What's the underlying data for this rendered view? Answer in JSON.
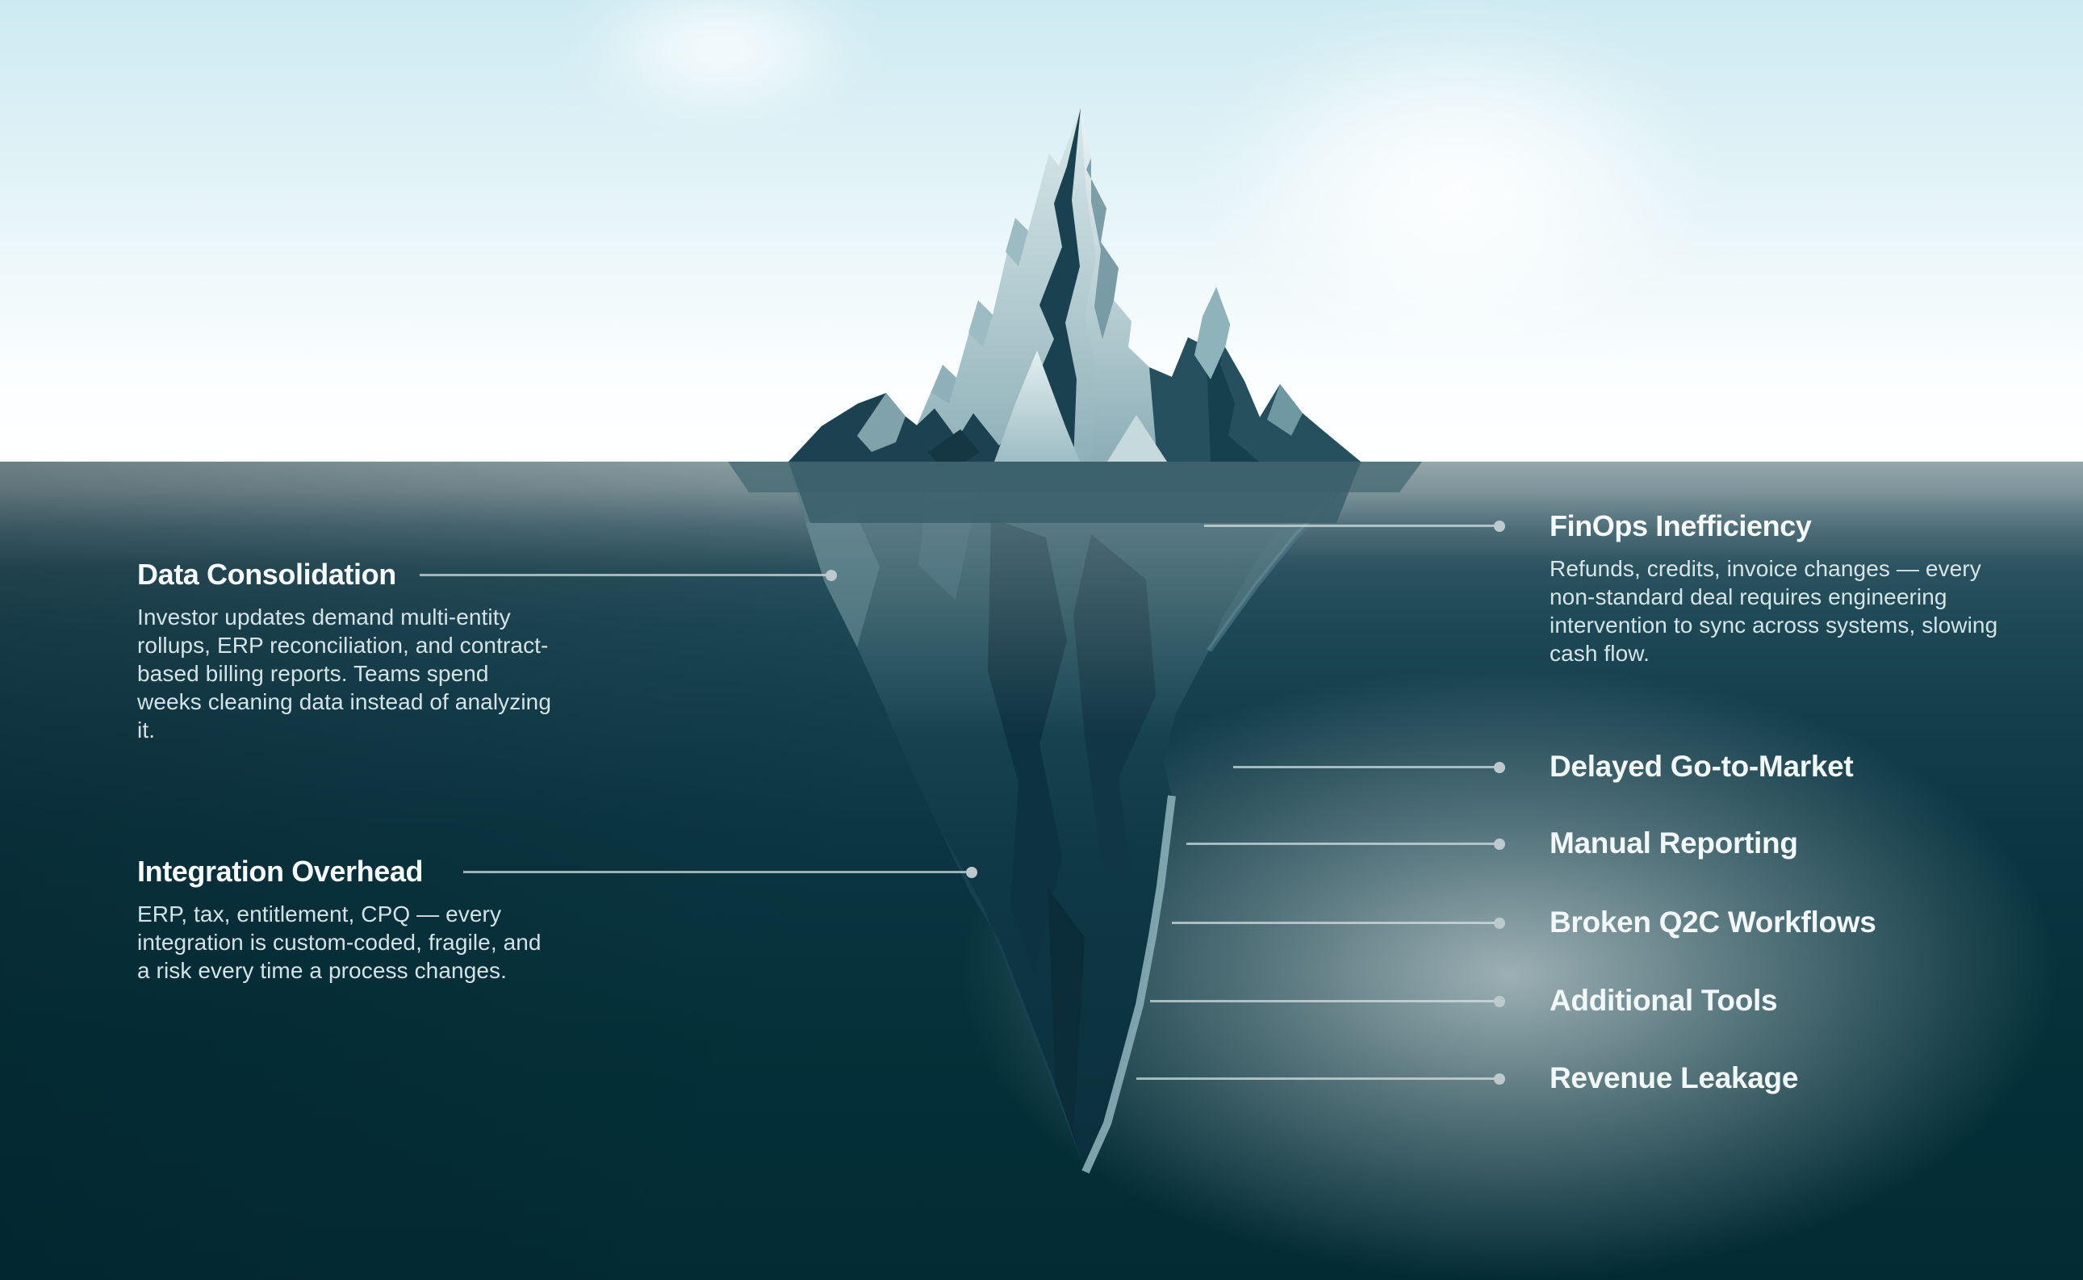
{
  "callouts_left": [
    {
      "title": "Data Consolidation",
      "body": "Investor updates demand multi-entity rollups, ERP reconciliation, and contract-based billing reports. Teams spend weeks cleaning data instead of analyzing it."
    },
    {
      "title": "Integration Overhead",
      "body": "ERP, tax, entitlement, CPQ — every integration is custom-coded, fragile, and a risk every time a process changes."
    }
  ],
  "callout_right": {
    "title": "FinOps Inefficiency",
    "body": "Refunds, credits, invoice changes — every non-standard deal requires engineering intervention to sync across systems, slowing cash flow."
  },
  "labels_right": [
    "Delayed Go-to-Market",
    "Manual Reporting",
    "Broken Q2C Workflows",
    "Additional Tools",
    "Revenue Leakage"
  ],
  "colors": {
    "sky_top": "#cdeaf2",
    "sky_horizon": "#ffffff",
    "water_surface": "#94a7ac",
    "water_deep": "#032b34",
    "iceberg_light": "#e8f1f2",
    "iceberg_dark": "#1a414f",
    "leader_line": "#d5e2e5",
    "leader_dot": "#bcc9cd",
    "heading_text": "#f6fafb",
    "body_text": "#dfeceF"
  }
}
